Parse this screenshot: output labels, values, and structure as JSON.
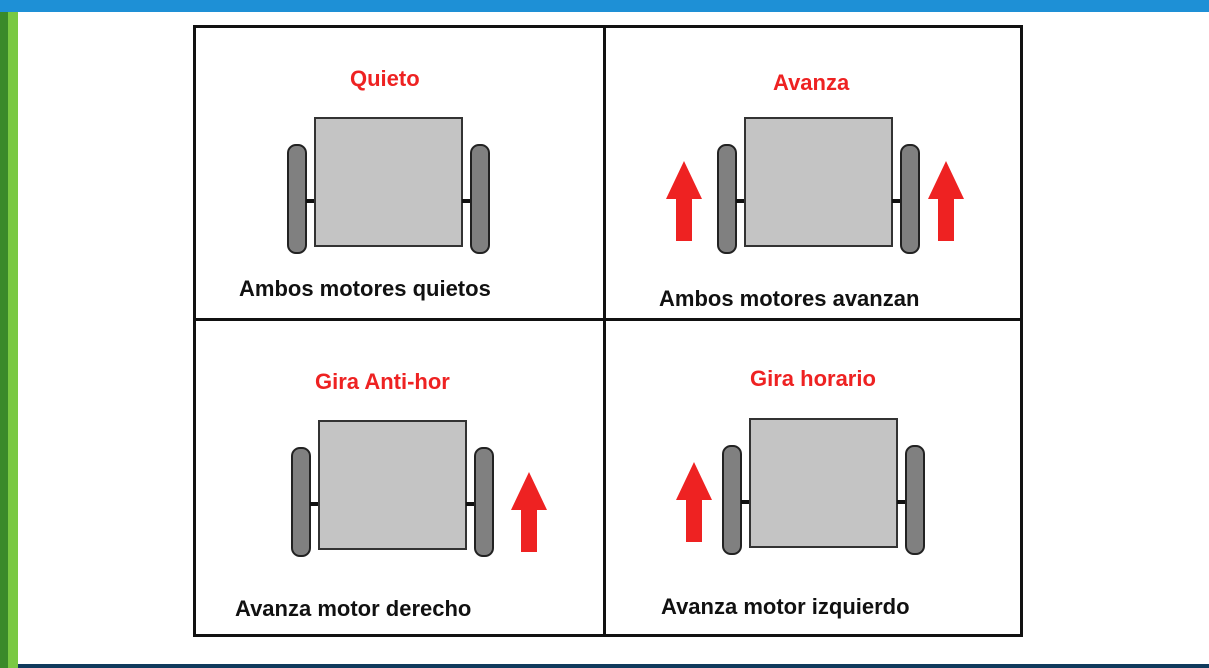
{
  "cells": [
    {
      "title": "Quieto",
      "caption": "Ambos motores quietos"
    },
    {
      "title": "Avanza",
      "caption": "Ambos motores avanzan"
    },
    {
      "title": "Gira Anti-hor",
      "caption": "Avanza motor derecho"
    },
    {
      "title": "Gira horario",
      "caption": "Avanza motor izquierdo"
    }
  ],
  "colors": {
    "title": "#ee2222",
    "arrow": "#ee2222",
    "chassis": "#c4c4c4",
    "wheel": "#808080",
    "border": "#111111"
  }
}
